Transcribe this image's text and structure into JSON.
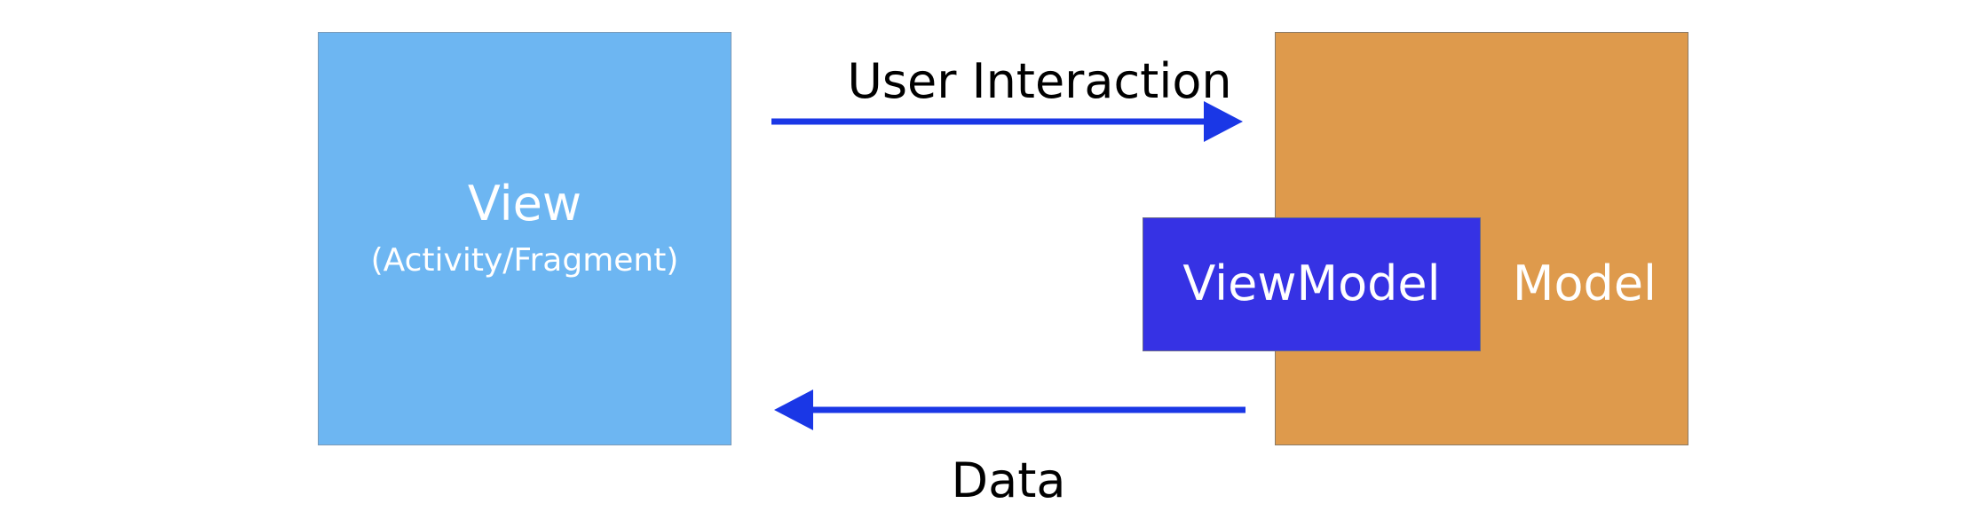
{
  "diagram": {
    "view": {
      "title": "View",
      "subtitle": "(Activity/Fragment)",
      "fill": "#6db6f2",
      "text_color": "#ffffff"
    },
    "model": {
      "label": "Model",
      "fill": "#de9a4c",
      "text_color": "#ffffff"
    },
    "viewmodel": {
      "label": "ViewModel",
      "fill": "#3632e4",
      "text_color": "#ffffff"
    },
    "arrows": {
      "color": "#1a37e6",
      "user_interaction": {
        "label": "User Interaction",
        "direction": "View → ViewModel"
      },
      "data": {
        "label": "Data",
        "direction": "ViewModel → View"
      }
    }
  }
}
